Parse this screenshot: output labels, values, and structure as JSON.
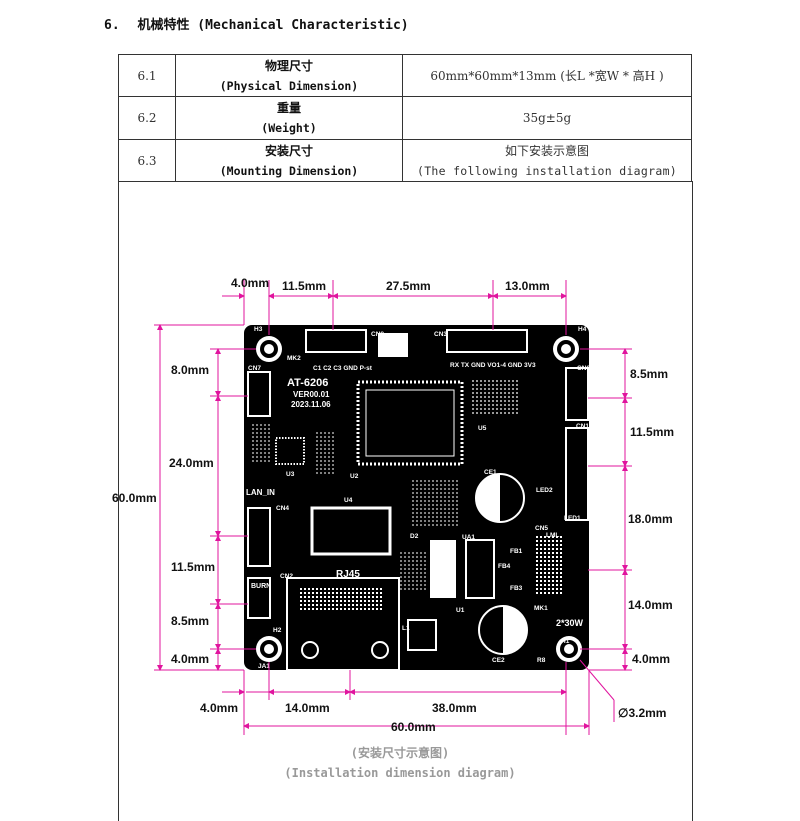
{
  "section": {
    "number": "6.",
    "title": "机械特性 (Mechanical Characteristic)"
  },
  "table": {
    "rows": [
      {
        "index": "6.1",
        "name_cn": "物理尺寸",
        "name_en": "(Physical Dimension)",
        "value": "60mm*60mm*13mm (长L *宽W * 高H )",
        "value_sub": ""
      },
      {
        "index": "6.2",
        "name_cn": "重量",
        "name_en": "(Weight)",
        "value": "35g±5g",
        "value_sub": ""
      },
      {
        "index": "6.3",
        "name_cn": "安装尺寸",
        "name_en": "(Mounting Dimension)",
        "value": "如下安装示意图",
        "value_sub": "(The following installation diagram)"
      }
    ]
  },
  "diagram": {
    "board_model": "AT-6206",
    "board_version": "VER00.01",
    "board_date": "2023.11.06",
    "connector_labels": [
      "CN8",
      "CN3",
      "CN7",
      "CN6",
      "CN1",
      "CN4",
      "CN5",
      "CN2",
      "H1",
      "H2",
      "H3",
      "H4",
      "MK1",
      "MK2",
      "U1",
      "U2",
      "U3",
      "U4",
      "U5",
      "UA1",
      "CE1",
      "CE2",
      "L1",
      "JA1",
      "LED1",
      "LED2",
      "FB1",
      "FB3",
      "FB4",
      "D2",
      "R8",
      "RJ45"
    ],
    "silk_notes": {
      "lan_in": "LAN_IN",
      "burn": "BURN",
      "power": "2*30W",
      "cn3_pins": "RX TX GND VO1-4 GND 3V3",
      "cn8_pins": "C1 C2 C3 GND P-st",
      "lvds": "LML"
    },
    "dimensions": {
      "top": [
        "4.0mm",
        "11.5mm",
        "27.5mm",
        "13.0mm"
      ],
      "left": [
        "8.0mm",
        "24.0mm",
        "60.0mm",
        "11.5mm",
        "8.5mm",
        "4.0mm"
      ],
      "right": [
        "8.5mm",
        "11.5mm",
        "18.0mm",
        "14.0mm",
        "4.0mm"
      ],
      "bottom": [
        "4.0mm",
        "14.0mm",
        "38.0mm",
        "60.0mm"
      ],
      "hole_diameter": "∅3.2mm"
    }
  },
  "caption": {
    "cn": "(安装尺寸示意图)",
    "en": "(Installation dimension diagram)"
  },
  "colors": {
    "board": "#000000",
    "dimension_line": "#e0149e",
    "text": "#111111",
    "caption": "#999999"
  }
}
